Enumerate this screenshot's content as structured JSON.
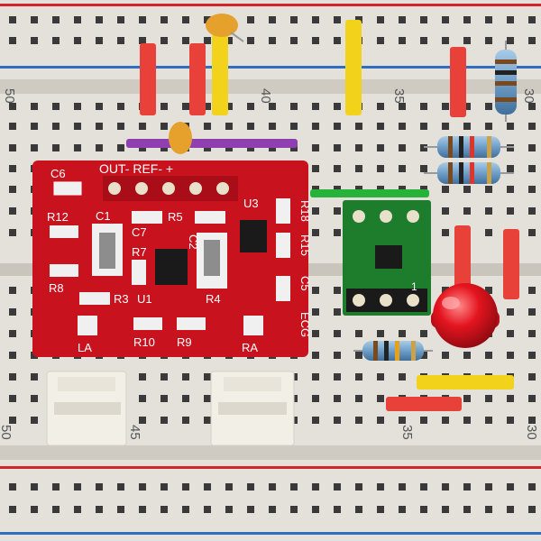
{
  "breadboard": {
    "column_numbers_top": [
      "50",
      "40",
      "35",
      "30"
    ],
    "column_numbers_bottom": [
      "50",
      "45",
      "35",
      "30"
    ]
  },
  "ecg_board": {
    "header_label": "OUT- REF- +",
    "labels": [
      "C6",
      "R12",
      "R8",
      "C1",
      "C7",
      "R7",
      "R5",
      "C2",
      "R3",
      "U1",
      "R4",
      "U3",
      "R18",
      "R15",
      "C5",
      "ECG",
      "LA",
      "R10",
      "R9",
      "RA"
    ]
  },
  "adapter_board": {
    "pin_label": "1"
  },
  "colors": {
    "board_red": "#c8131f",
    "breadboard": "#e4e1da",
    "rail_red": "#d2242b",
    "rail_blue": "#2f6fc0",
    "adapter_green": "#1e7d2c",
    "led_red": "#e4141f",
    "resistor_body_blue": "#6f9fc9",
    "jumper_red": "#e8413a",
    "jumper_yellow": "#f2d21b",
    "jumper_purple": "#8f3fb0",
    "jumper_green": "#27b239"
  }
}
